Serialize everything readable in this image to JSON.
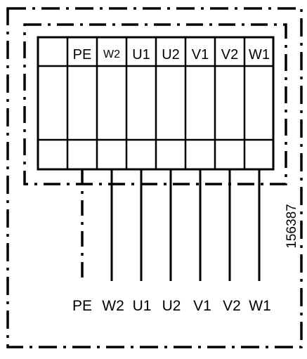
{
  "terminal_block": {
    "header_labels": [
      "",
      "PE",
      "W2",
      "U1",
      "U2",
      "V1",
      "V2",
      "W1"
    ]
  },
  "wire_labels": [
    "PE",
    "W2",
    "U1",
    "U2",
    "V1",
    "V2",
    "W1"
  ],
  "reference_number": "156387"
}
